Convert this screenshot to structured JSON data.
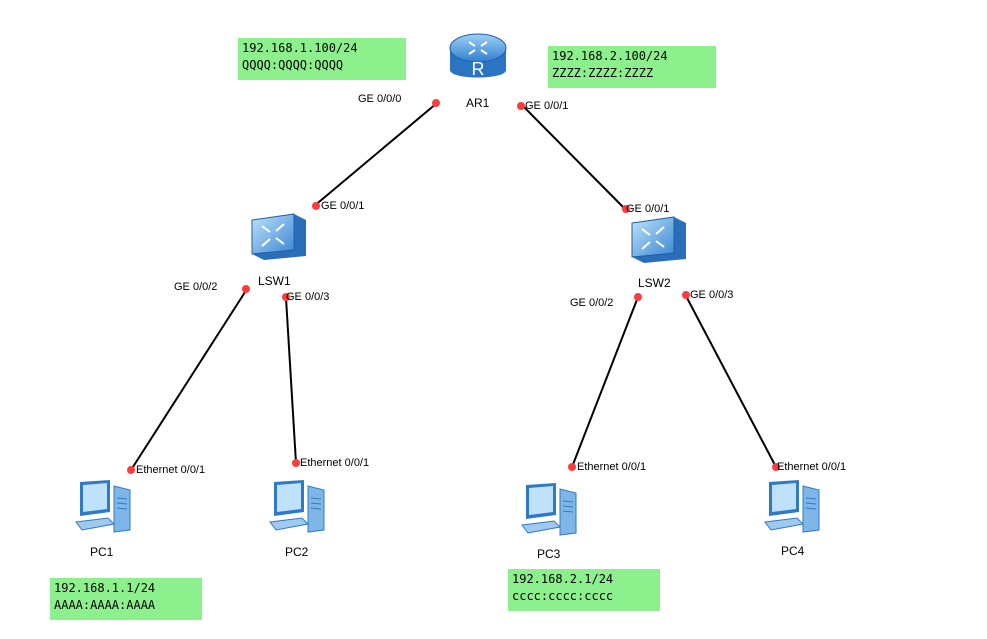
{
  "router": {
    "name": "AR1",
    "icon": "router-icon",
    "letter": "R",
    "ports": {
      "left": "GE 0/0/0",
      "right": "GE 0/0/1"
    }
  },
  "switches": [
    {
      "name": "LSW1",
      "icon": "switch-icon",
      "uplink": "GE 0/0/1",
      "port_a": "GE 0/0/2",
      "port_b": "GE 0/0/3"
    },
    {
      "name": "LSW2",
      "icon": "switch-icon",
      "uplink": "GE 0/0/1",
      "port_a": "GE 0/0/2",
      "port_b": "GE 0/0/3"
    }
  ],
  "pcs": [
    {
      "name": "PC1",
      "icon": "pc-icon",
      "port": "Ethernet 0/0/1"
    },
    {
      "name": "PC2",
      "icon": "pc-icon",
      "port": "Ethernet 0/0/1"
    },
    {
      "name": "PC3",
      "icon": "pc-icon",
      "port": "Ethernet 0/0/1"
    },
    {
      "name": "PC4",
      "icon": "pc-icon",
      "port": "Ethernet 0/0/1"
    }
  ],
  "ip_notes": [
    {
      "ipv4": "192.168.1.100/24",
      "ipv6": "QQQQ:QQQQ:QQQQ"
    },
    {
      "ipv4": "192.168.2.100/24",
      "ipv6": "ZZZZ:ZZZZ:ZZZZ"
    },
    {
      "ipv4": "192.168.1.1/24",
      "ipv6": "AAAA:AAAA:AAAA"
    },
    {
      "ipv4": "192.168.2.1/24",
      "ipv6": "cccc:cccc:cccc"
    }
  ],
  "colors": {
    "note_bg": "#8cf08c",
    "port_dot": "#ff3b3b",
    "link": "#000000",
    "device_blue": "#4a90e2"
  }
}
